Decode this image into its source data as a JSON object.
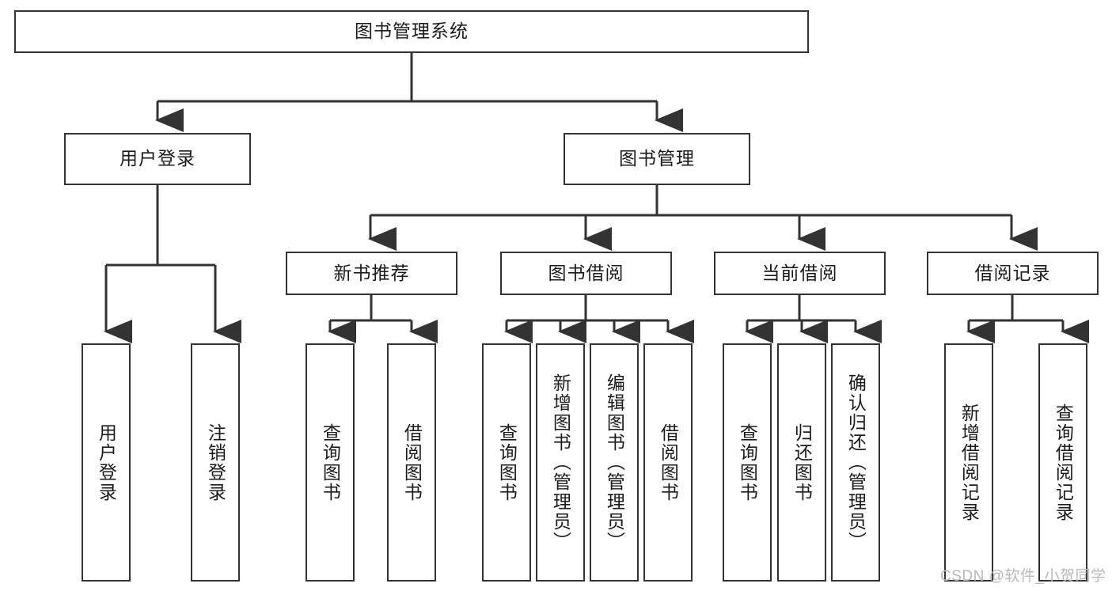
{
  "diagram": {
    "type": "tree",
    "title": "图书管理系统",
    "orientation": "top-down",
    "colors": {
      "box_border": "#333333",
      "box_fill": "#ffffff",
      "edge": "#333333",
      "text": "#1b1b1b",
      "watermark": "#b9b9b9"
    },
    "root": {
      "label": "图书管理系统",
      "text_direction": "horizontal"
    },
    "level2": [
      {
        "label": "用户登录",
        "text_direction": "horizontal"
      },
      {
        "label": "图书管理",
        "text_direction": "horizontal"
      }
    ],
    "level3": [
      {
        "label": "新书推荐",
        "text_direction": "horizontal"
      },
      {
        "label": "图书借阅",
        "text_direction": "horizontal"
      },
      {
        "label": "当前借阅",
        "text_direction": "horizontal"
      },
      {
        "label": "借阅记录",
        "text_direction": "horizontal"
      }
    ],
    "leaves": {
      "user_login": [
        {
          "label": "用户登录",
          "text_direction": "vertical"
        },
        {
          "label": "注销登录",
          "text_direction": "vertical"
        }
      ],
      "new_book_recommend": [
        {
          "label": "查询图书",
          "text_direction": "vertical"
        },
        {
          "label": "借阅图书",
          "text_direction": "vertical"
        }
      ],
      "book_borrow": [
        {
          "label": "查询图书",
          "text_direction": "vertical"
        },
        {
          "label": "新增图书（管理员）",
          "text_direction": "vertical"
        },
        {
          "label": "编辑图书（管理员）",
          "text_direction": "vertical"
        },
        {
          "label": "借阅图书",
          "text_direction": "vertical"
        }
      ],
      "current_borrow": [
        {
          "label": "查询图书",
          "text_direction": "vertical"
        },
        {
          "label": "归还图书",
          "text_direction": "vertical"
        },
        {
          "label": "确认归还（管理员）",
          "text_direction": "vertical"
        }
      ],
      "borrow_record": [
        {
          "label": "新增借阅记录",
          "text_direction": "vertical"
        },
        {
          "label": "查询借阅记录",
          "text_direction": "vertical"
        }
      ]
    }
  },
  "watermark": {
    "text": "CSDN @软件_小贺同学"
  }
}
